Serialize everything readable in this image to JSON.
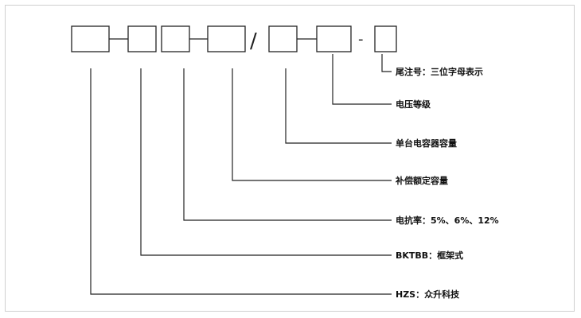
{
  "separators": {
    "dash1": "-",
    "slash": "/",
    "dash_last": "-"
  },
  "labels": {
    "suffix": "尾注号：三位字母表示",
    "voltage_level": "电压等级",
    "single_capacity": "单台电容器容量",
    "compensation_capacity": "补偿额定容量",
    "reactance_rate": "电抗率：5%、6%、12%",
    "frame_type": "BKTBB：框架式",
    "company": "HZS：众升科技"
  },
  "colors": {
    "line": "#222222",
    "frame_border": "#cfcfcf"
  }
}
